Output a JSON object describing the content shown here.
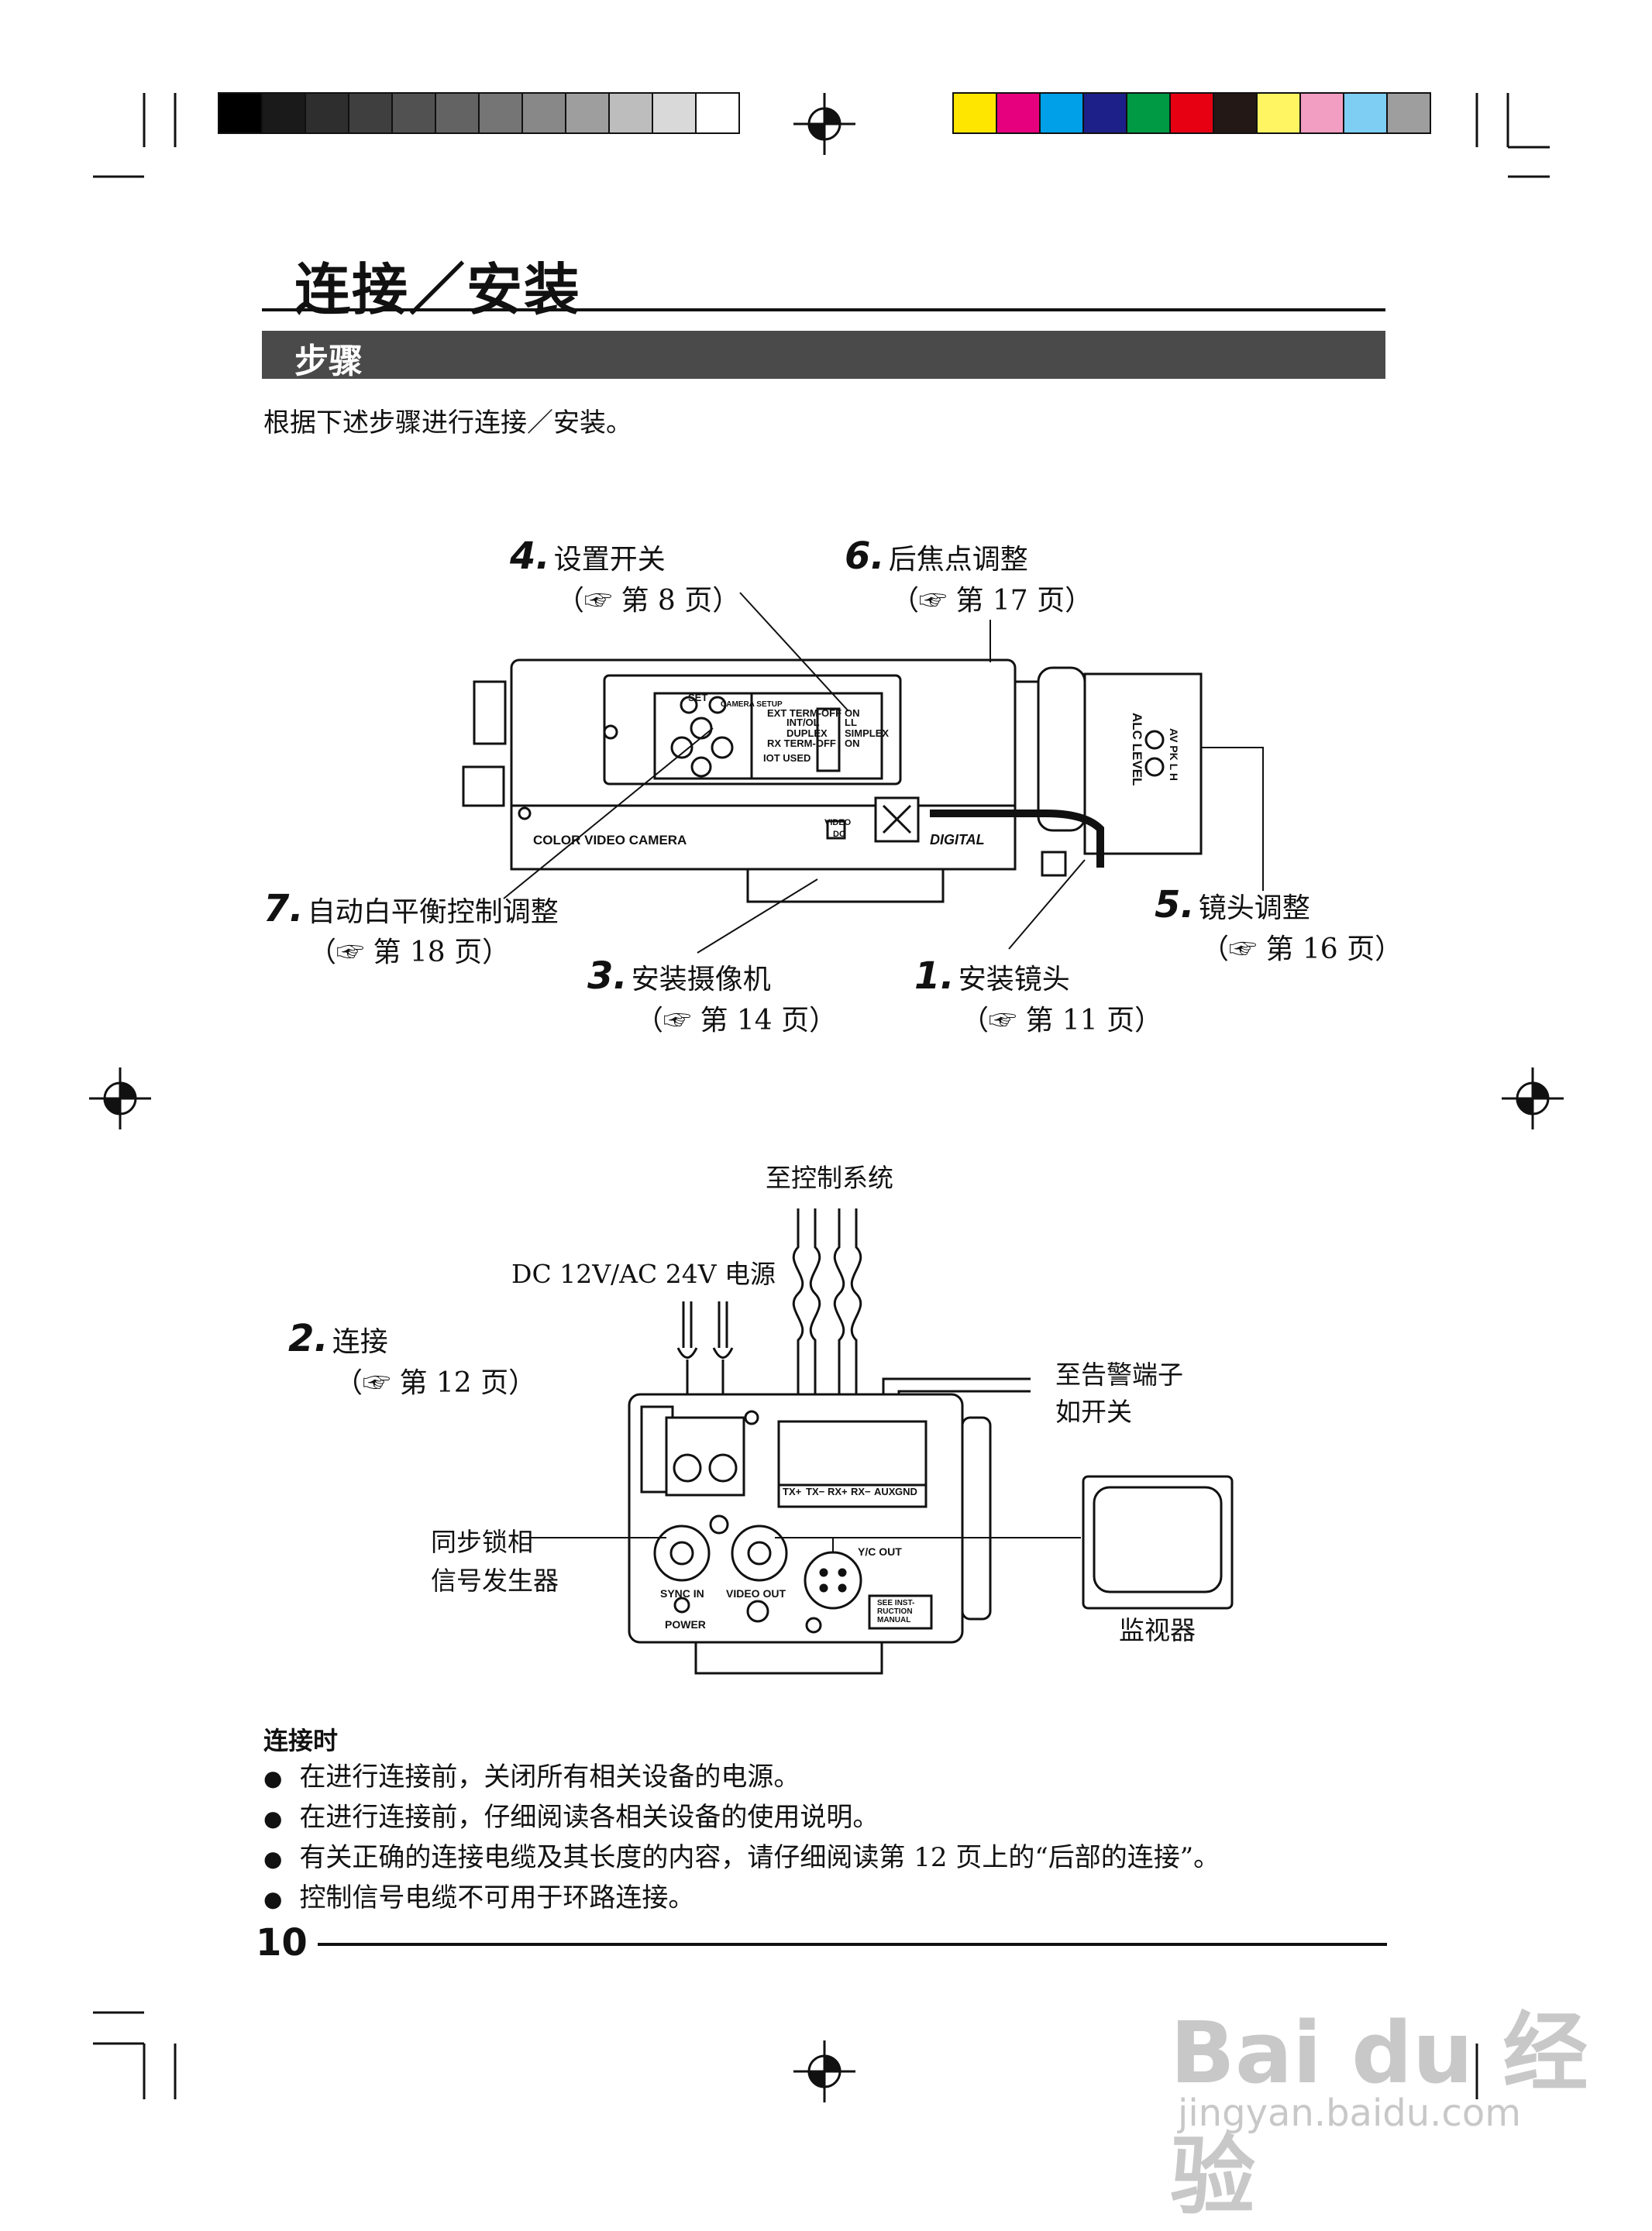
{
  "page": {
    "title": "连接／安装",
    "section": "步骤",
    "intro": "根据下述步骤进行连接／安装。",
    "page_number": "10"
  },
  "steps": [
    {
      "num": "1.",
      "label": "安装镜头",
      "ref": "（☞ 第 11 页）"
    },
    {
      "num": "2.",
      "label": "连接",
      "ref": "（☞ 第 12 页）"
    },
    {
      "num": "3.",
      "label": "安装摄像机",
      "ref": "（☞ 第 14 页）"
    },
    {
      "num": "4.",
      "label": "设置开关",
      "ref": "（☞ 第 8 页）"
    },
    {
      "num": "5.",
      "label": "镜头调整",
      "ref": "（☞ 第 16 页）"
    },
    {
      "num": "6.",
      "label": "后焦点调整",
      "ref": "（☞ 第 17 页）"
    },
    {
      "num": "7.",
      "label": "自动白平衡控制调整",
      "ref": "（☞ 第 18 页）"
    }
  ],
  "camera_side": {
    "model_text": "COLOR VIDEO CAMERA",
    "brand_text": "DIGITAL",
    "video_dc": [
      "VIDEO",
      "DC"
    ],
    "alc_label": "ALC LEVEL",
    "alc_marks": "AV PK L H",
    "setup_label": "CAMERA SETUP",
    "set_label": "SET",
    "switch_left": [
      "EXT TERM-OFF",
      "INT/OL",
      "DUPLEX",
      "RX TERM-OFF",
      "IOT USED"
    ],
    "switch_right": [
      "ON",
      "LL",
      "SIMPLEX",
      "ON"
    ]
  },
  "rear_diagram": {
    "to_control": "至控制系统",
    "power_label": "DC 12V/AC 24V 电源",
    "alarm_label_1": "至告警端子",
    "alarm_label_2": "如开关",
    "sync_label_1": "同步锁相",
    "sync_label_2": "信号发生器",
    "monitor_label": "监视器",
    "terminals": [
      "TX+",
      "TX−",
      "RX+",
      "RX−",
      "AUX",
      "GND"
    ],
    "sync_in": "SYNC IN",
    "video_out": "VIDEO OUT",
    "yc_out": "Y/C OUT",
    "power": "POWER",
    "see_manual": [
      "SEE INST-",
      "RUCTION",
      "MANUAL"
    ]
  },
  "notes": {
    "heading": "连接时",
    "items": [
      "在进行连接前，关闭所有相关设备的电源。",
      "在进行连接前，仔细阅读各相关设备的使用说明。",
      "有关正确的连接电缆及其长度的内容，请仔细阅读第 12 页上的“后部的连接”。",
      "控制信号电缆不可用于环路连接。"
    ]
  },
  "watermark": {
    "logo": "Bai du 经验",
    "url": "jingyan.baidu.com"
  },
  "colors": {
    "gray_bar": [
      "#000000",
      "#1a1a1a",
      "#2e2e2e",
      "#3f3f3f",
      "#515151",
      "#636363",
      "#757575",
      "#888888",
      "#9e9e9e",
      "#bdbdbd",
      "#d9d9d9",
      "#ffffff"
    ],
    "color_bar": [
      "#ffe600",
      "#e6007e",
      "#00a0e9",
      "#1d2088",
      "#009944",
      "#e60012",
      "#231815",
      "#fff462",
      "#f19ec2",
      "#7ecef4",
      "#9e9e9e"
    ],
    "section_bar": "#4a4a4a"
  }
}
